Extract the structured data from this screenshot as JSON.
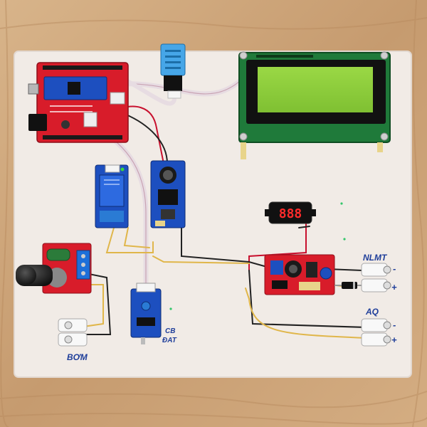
{
  "labels": {
    "top_right": "NLMT",
    "mid_right": "AQ",
    "bottom_left": "BƠM",
    "cb_line1": "CB",
    "cb_line2": "ĐAT",
    "minus": "-",
    "plus": "+"
  },
  "voltmeter": {
    "reading": "888"
  },
  "colors": {
    "wood": "#caa37a",
    "board": "#f1ebe6",
    "pcb_red": "#d81c2a",
    "pcb_blue": "#1d4fbf",
    "lcd_green": "#8fcf3a",
    "ink": "#1f3e9a",
    "wire_red": "#c8102e",
    "wire_black": "#222222",
    "wire_yellow": "#e0b64a"
  }
}
